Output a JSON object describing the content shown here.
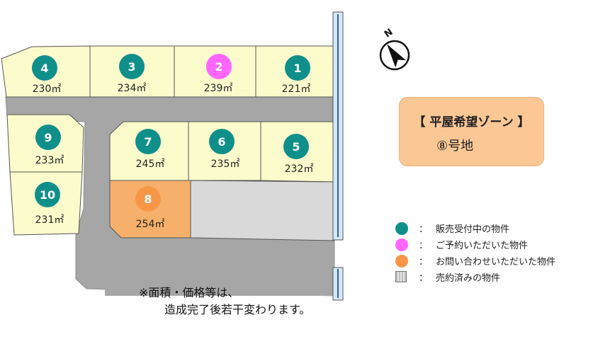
{
  "north_label": "N",
  "lots": [
    {
      "id": "4",
      "number": "4",
      "area": "230㎡",
      "status": "for_sale"
    },
    {
      "id": "3",
      "number": "3",
      "area": "234㎡",
      "status": "for_sale"
    },
    {
      "id": "2",
      "number": "2",
      "area": "239㎡",
      "status": "reserved"
    },
    {
      "id": "1",
      "number": "1",
      "area": "221㎡",
      "status": "for_sale"
    },
    {
      "id": "9",
      "number": "9",
      "area": "233㎡",
      "status": "for_sale"
    },
    {
      "id": "7",
      "number": "7",
      "area": "245㎡",
      "status": "for_sale"
    },
    {
      "id": "6",
      "number": "6",
      "area": "235㎡",
      "status": "for_sale"
    },
    {
      "id": "5",
      "number": "5",
      "area": "232㎡",
      "status": "for_sale"
    },
    {
      "id": "10",
      "number": "10",
      "area": "231㎡",
      "status": "for_sale"
    },
    {
      "id": "8",
      "number": "8",
      "area": "254㎡",
      "status": "inquired"
    }
  ],
  "zone": {
    "title": "【 平屋希望ゾーン 】",
    "lot": "⑧号地"
  },
  "colors": {
    "for_sale": "#0f8f8a",
    "reserved": "#ff66ff",
    "inquired": "#f79646",
    "sold": "#c8c8c8",
    "lot_fill": "#fbfbcc",
    "lot8_fill": "#f7b06b",
    "road": "#a6a6a6",
    "zone_box": "#fbc795"
  },
  "legend": [
    {
      "key": "for_sale",
      "colon": "：",
      "label": "販売受付中の物件"
    },
    {
      "key": "reserved",
      "colon": "：",
      "label": "ご予約いただいた物件"
    },
    {
      "key": "inquired",
      "colon": "：",
      "label": "お問い合わせいただいた物件"
    },
    {
      "key": "sold",
      "colon": "：",
      "label": "売約済みの物件"
    }
  ],
  "note": {
    "line1": "※面積・価格等は、",
    "line2": "造成完了後若干変わります。"
  }
}
